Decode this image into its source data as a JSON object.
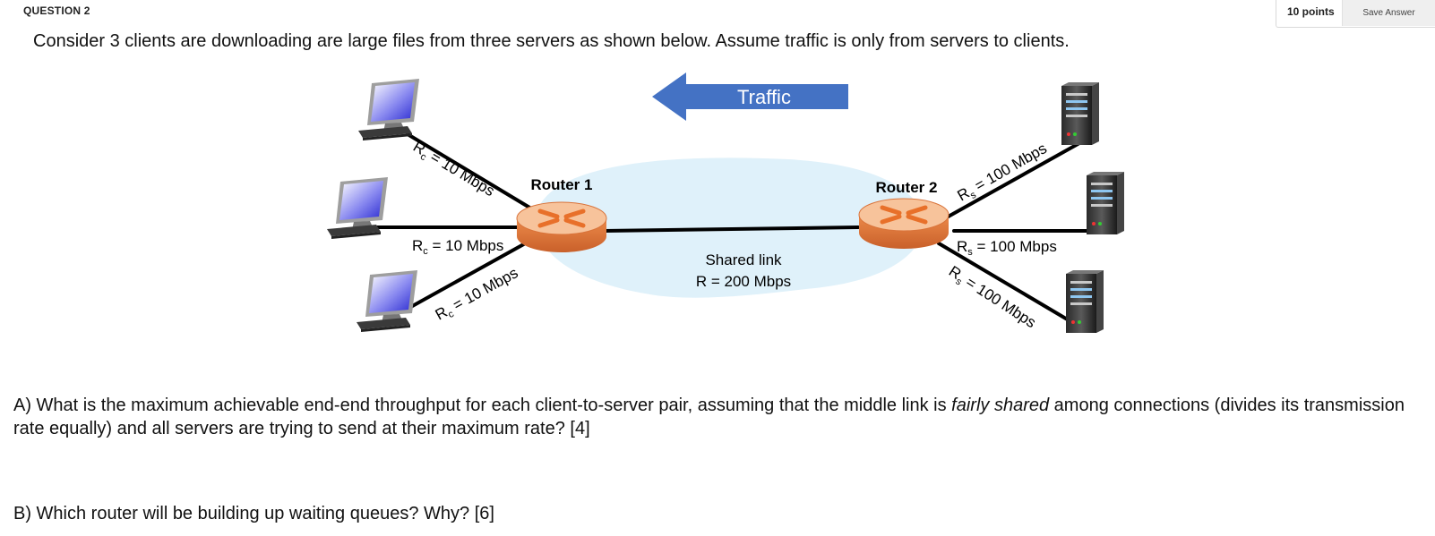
{
  "question": {
    "label": "QUESTION 2",
    "points": "10 points",
    "save_label": "Save Answer",
    "prompt": "Consider 3 clients are downloading are large files from three servers as shown below. Assume traffic is only from servers to clients."
  },
  "diagram": {
    "traffic_label": "Traffic",
    "router1_label": "Router 1",
    "router2_label": "Router 2",
    "client_link_top": "R",
    "client_link_sub": "c",
    "client_link_rate": " = 10 Mbps",
    "server_link_sub": "s",
    "server_link_rate": " = 100 Mbps",
    "shared_link_label": "Shared link",
    "shared_link_rate": "R = 200 Mbps"
  },
  "part_a": {
    "before": "A) What is the maximum achievable end-end throughput for each client-to-server pair, assuming that the middle link is ",
    "emphasis": "fairly shared",
    "after": " among connections (divides its transmission rate equally) and all servers are trying to send at their maximum rate? [4]"
  },
  "part_b": {
    "text": "B) Which router will be building up waiting queues? Why? [6]"
  },
  "colors": {
    "traffic_arrow": "#4472c4",
    "shared_cloud": "#dff1fa",
    "router_top": "#f6b98a",
    "router_side": "#e47a3a",
    "router_x": "#e8702a"
  }
}
